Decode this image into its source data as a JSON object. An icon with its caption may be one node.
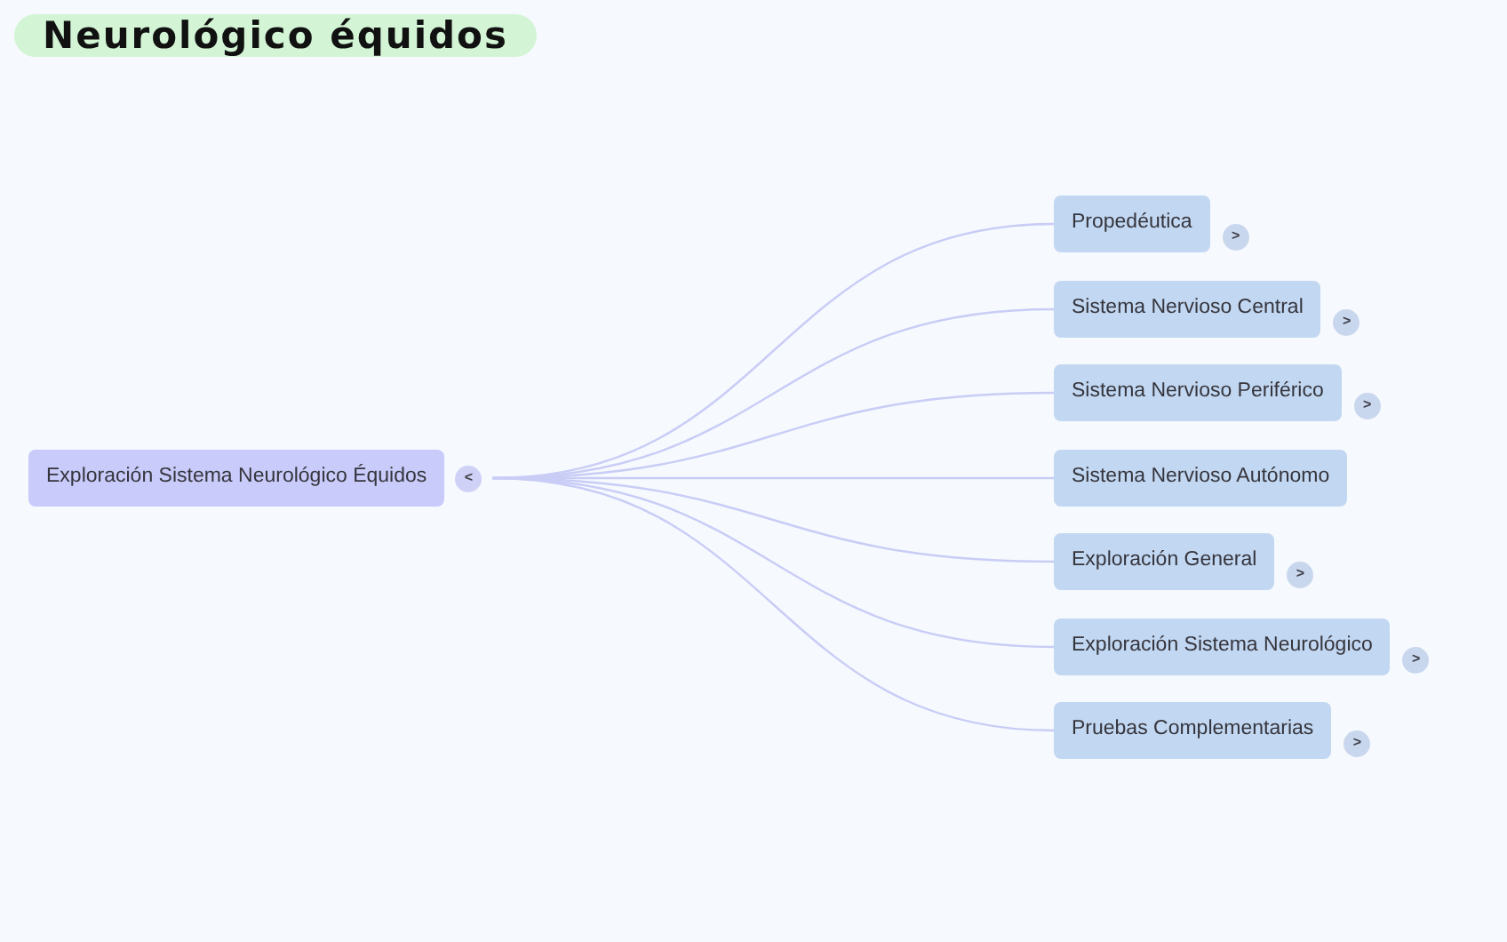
{
  "diagram": {
    "title": "Neurológico équidos",
    "nodes": [
      {
        "text": [
          "Exploración Sistema Neurológico Équidos"
        ],
        "beside": [
          "<"
        ]
      },
      {
        "text": [
          "Propedéutica"
        ],
        "beside": [
          ">"
        ]
      },
      {
        "text": [
          "Sistema Nervioso Central"
        ],
        "beside": [
          ">"
        ]
      },
      {
        "text": [
          "Sistema Nervioso Periférico"
        ],
        "beside": [
          ">"
        ]
      },
      {
        "text": [
          "Sistema Nervioso Autónomo"
        ]
      },
      {
        "text": [
          "Exploración General"
        ],
        "beside": [
          ">"
        ]
      },
      {
        "text": [
          "Exploración Sistema Neurológico"
        ],
        "beside": [
          ">"
        ]
      },
      {
        "text": [
          "Pruebas Complementarias"
        ],
        "beside": [
          ">"
        ]
      }
    ],
    "edges": [
      {
        "from": 0,
        "to": 1,
        "arrow": "none"
      },
      {
        "from": 0,
        "to": 2,
        "arrow": "none"
      },
      {
        "from": 0,
        "to": 3,
        "arrow": "none"
      },
      {
        "from": 0,
        "to": 4,
        "arrow": "none"
      },
      {
        "from": 0,
        "to": 5,
        "arrow": "none"
      },
      {
        "from": 0,
        "to": 6,
        "arrow": "none"
      },
      {
        "from": 0,
        "to": 7,
        "arrow": "none"
      }
    ]
  }
}
